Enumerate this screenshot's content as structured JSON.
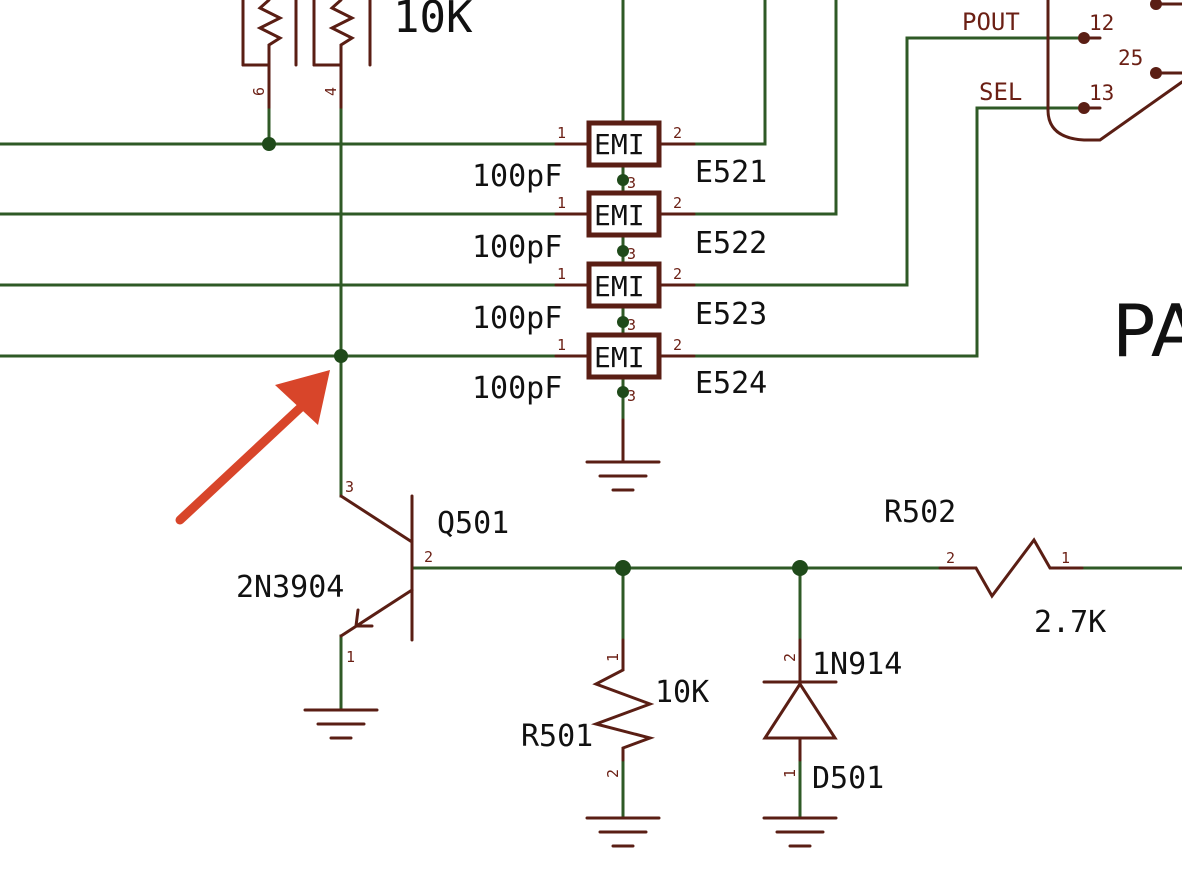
{
  "resistor_pack": {
    "value": "10K",
    "pin_left": "6",
    "pin_right": "4"
  },
  "emi_filters": [
    {
      "body": "EMI",
      "ref": "E521",
      "cap": "100pF",
      "pin1": "1",
      "pin2": "2",
      "pin3": "3"
    },
    {
      "body": "EMI",
      "ref": "E522",
      "cap": "100pF",
      "pin1": "1",
      "pin2": "2",
      "pin3": "3"
    },
    {
      "body": "EMI",
      "ref": "E523",
      "cap": "100pF",
      "pin1": "1",
      "pin2": "2",
      "pin3": "3"
    },
    {
      "body": "EMI",
      "ref": "E524",
      "cap": "100pF",
      "pin1": "1",
      "pin2": "2",
      "pin3": "3"
    }
  ],
  "connector": {
    "nets": {
      "pout": "POUT",
      "sel": "SEL"
    },
    "pins": {
      "p12": "12",
      "p13": "13",
      "p25": "25"
    },
    "partial_title": "PA"
  },
  "transistor": {
    "ref": "Q501",
    "part": "2N3904",
    "pin_collector": "3",
    "pin_base": "2",
    "pin_emitter": "1"
  },
  "r501": {
    "ref": "R501",
    "value": "10K",
    "pin_top": "1",
    "pin_bottom": "2"
  },
  "r502": {
    "ref": "R502",
    "value": "2.7K",
    "pin_left": "2",
    "pin_right": "1"
  },
  "d501": {
    "ref": "D501",
    "part": "1N914",
    "pin_top": "2",
    "pin_bottom": "1"
  },
  "colors": {
    "wire": "#2f5a26",
    "component": "#5a1e14",
    "annotation_arrow": "#d8452a"
  }
}
